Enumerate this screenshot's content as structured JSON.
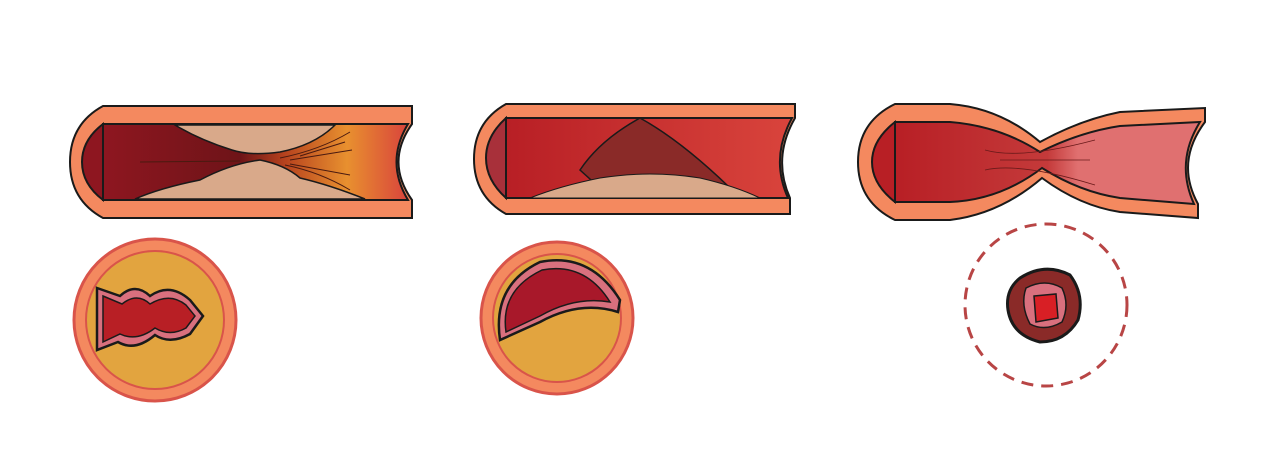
{
  "illustration": {
    "panels": [
      {
        "name": "plaque-narrowing-vessel"
      },
      {
        "name": "plaque-with-clot-vessel"
      },
      {
        "name": "constricted-vessel"
      }
    ],
    "colors": {
      "wall": "#f4895f",
      "outline": "#1a1a1a",
      "lumen_dark": "#8e1620",
      "lumen": "#b81f25",
      "lumen_light": "#d9443c",
      "plaque": "#d9a98a",
      "fatty_core": "#e2a43f",
      "clot": "#8a2a28",
      "intima_pink": "#d9707e",
      "constricted_right": "#e07070",
      "dashed_ring": "#b84545",
      "cross_ring": "#d9544a"
    }
  }
}
